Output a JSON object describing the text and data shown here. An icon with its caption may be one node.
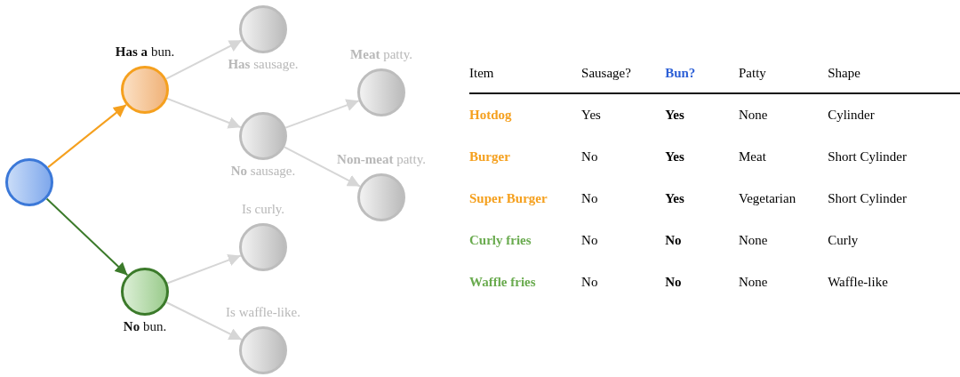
{
  "diagram": {
    "nodes": [
      {
        "text": [],
        "shape": "circle"
      },
      {
        "text": [],
        "shape": "circle",
        "beside": [
          "**Has a** bun."
        ]
      },
      {
        "text": [],
        "shape": "circle",
        "beside": [
          "**No** bun."
        ]
      },
      {
        "text": [],
        "shape": "circle",
        "beside": [
          "**Has** sausage."
        ]
      },
      {
        "text": [],
        "shape": "circle",
        "beside": [
          "**No** sausage."
        ]
      },
      {
        "text": [],
        "shape": "circle",
        "beside": [
          "**Meat** patty."
        ]
      },
      {
        "text": [],
        "shape": "circle",
        "beside": [
          "**Non-meat** patty."
        ]
      },
      {
        "text": [],
        "shape": "circle",
        "beside": [
          "Is curly."
        ]
      },
      {
        "text": [],
        "shape": "circle",
        "beside": [
          "Is waffle-like."
        ]
      }
    ],
    "edges": [
      {
        "from": 0,
        "to": 1,
        "arrow": "to",
        "color": "#f5a01e"
      },
      {
        "from": 0,
        "to": 2,
        "arrow": "to",
        "color": "#3b7a2a"
      },
      {
        "from": 1,
        "to": 3,
        "arrow": "to"
      },
      {
        "from": 1,
        "to": 4,
        "arrow": "to"
      },
      {
        "from": 4,
        "to": 5,
        "arrow": "to"
      },
      {
        "from": 4,
        "to": 6,
        "arrow": "to"
      },
      {
        "from": 2,
        "to": 7,
        "arrow": "to"
      },
      {
        "from": 2,
        "to": 8,
        "arrow": "to"
      }
    ],
    "labels": [
      "Item",
      "Sausage?",
      "Bun?",
      "Patty",
      "Shape",
      "Hotdog",
      "Yes",
      "Yes",
      "None",
      "Cylinder",
      "Burger",
      "No",
      "Yes",
      "Meat",
      "Short Cylinder",
      "Super Burger",
      "No",
      "Yes",
      "Vegetarian",
      "Short Cylinder",
      "Curly fries",
      "No",
      "No",
      "None",
      "Curly",
      "Waffle fries",
      "No",
      "No",
      "None",
      "Waffle-like"
    ]
  }
}
